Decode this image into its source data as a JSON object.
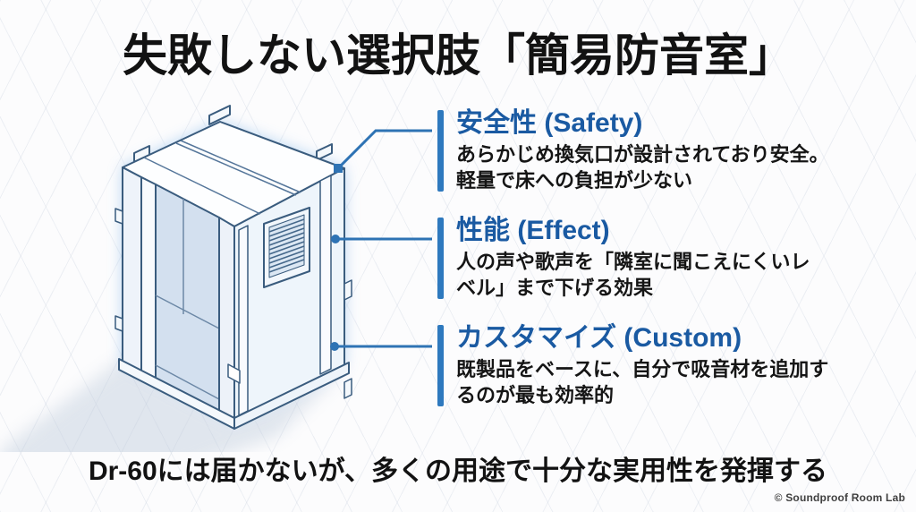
{
  "title": "失敗しない選択肢「簡易防音室」",
  "sections": [
    {
      "heading": "安全性 (Safety)",
      "body": "あらかじめ換気口が設計されており安全。\n軽量で床への負担が少ない"
    },
    {
      "heading": "性能 (Effect)",
      "body": "人の声や歌声を「隣室に聞こえにくいレ\nベル」まで下げる効果"
    },
    {
      "heading": "カスタマイズ (Custom)",
      "body": "既製品をベースに、自分で吸音材を追加す\nるのが最も効率的"
    }
  ],
  "footer_note": "Dr-60には届かないが、多くの用途で十分な実用性を発揮する",
  "credit": "© Soundproof Room Lab",
  "illustration": {
    "name": "soundproof-booth-isometric",
    "features": [
      "ventilation-grille",
      "open-door-interior",
      "corner-tabs",
      "blue-glow",
      "ground-shadow"
    ]
  },
  "colors": {
    "accent_bar": "#2e79be",
    "heading_blue": "#1a5aa2",
    "connector_blue": "#2e73b4",
    "outline_blue": "#3a5c7e",
    "text": "#121212",
    "background": "#fcfcfd"
  }
}
